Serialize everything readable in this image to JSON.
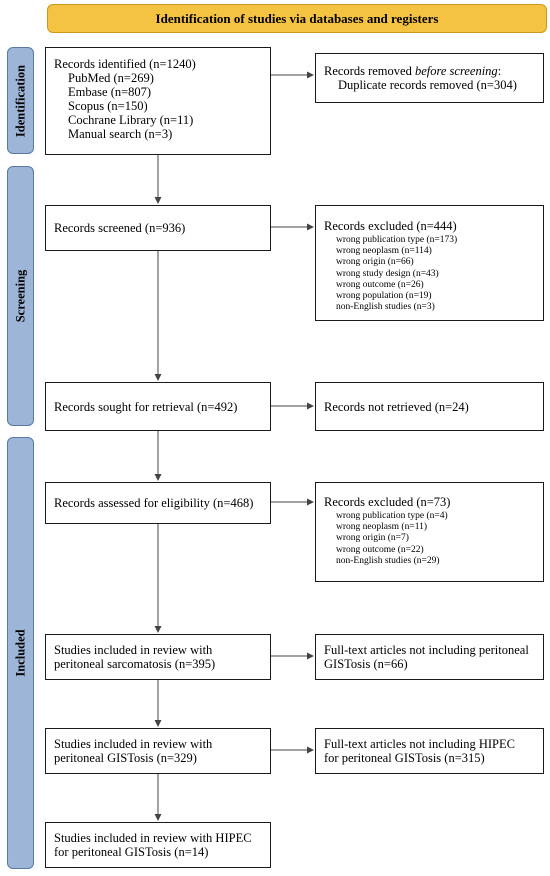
{
  "header": {
    "title": "Identification of studies via databases and registers"
  },
  "phases": {
    "identification": "Identification",
    "screening": "Screening",
    "included": "Included"
  },
  "identified": {
    "title": "Records identified (n=1240)",
    "sources": [
      "PubMed (n=269)",
      "Embase (n=807)",
      "Scopus (n=150)",
      "Cochrane Library (n=11)",
      "Manual search (n=3)"
    ]
  },
  "removed": {
    "prefix": "Records removed ",
    "emphasis": "before screening",
    "suffix": ":",
    "detail": "Duplicate records removed (n=304)"
  },
  "screened": {
    "title": "Records screened (n=936)"
  },
  "excluded_screening": {
    "title": "Records excluded (n=444)",
    "reasons": [
      "wrong publication type (n=173)",
      "wrong neoplasm (n=114)",
      "wrong origin (n=66)",
      "wrong study design (n=43)",
      "wrong outcome (n=26)",
      "wrong population (n=19)",
      "non-English studies (n=3)"
    ]
  },
  "retrieval": {
    "title": "Records sought for retrieval (n=492)"
  },
  "not_retrieved": {
    "title": "Records not retrieved (n=24)"
  },
  "eligibility": {
    "title": "Records assessed for eligibility (n=468)"
  },
  "excluded_eligibility": {
    "title": "Records excluded (n=73)",
    "reasons": [
      "wrong publication type (n=4)",
      "wrong neoplasm (n=11)",
      "wrong origin (n=7)",
      "wrong outcome (n=22)",
      "non-English studies (n=29)"
    ]
  },
  "sarcomatosis": {
    "line1": "Studies included in review with",
    "line2": "peritoneal sarcomatosis (n=395)"
  },
  "fulltext_gistosis": {
    "line1": "Full-text articles not including peritoneal",
    "line2": "GISTosis (n=66)"
  },
  "gistosis": {
    "line1": "Studies included in review with",
    "line2": "peritoneal GISTosis (n=329)"
  },
  "fulltext_hipec": {
    "line1": "Full-text articles not including HIPEC",
    "line2": "for peritoneal GISTosis (n=315)"
  },
  "hipec": {
    "line1": "Studies included in review with HIPEC",
    "line2": "for peritoneal GISTosis (n=14)"
  },
  "colors": {
    "header_fill": "#f5c342",
    "phase_fill": "#9db6d8",
    "border": "#1a1a1a",
    "arrow": "#444444"
  }
}
